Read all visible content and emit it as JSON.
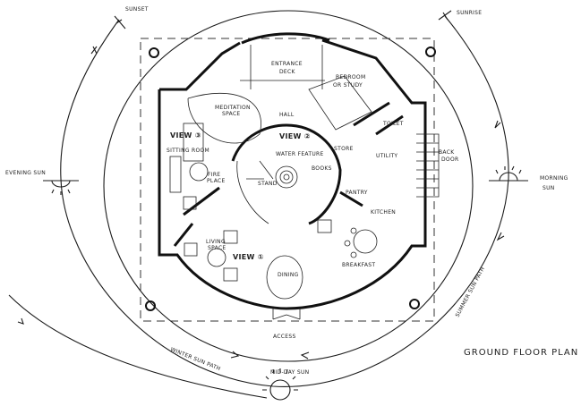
{
  "sun": {
    "sunset": "SUNSET",
    "sunrise": "SUNRISE",
    "evening": "EVENING SUN",
    "morning_1": "MORNING",
    "morning_2": "SUN",
    "summer_path": "SUMMER SUN PATH",
    "winter_path": "WINTER SUN PATH",
    "midday": "MID-DAY SUN"
  },
  "title": "GROUND FLOOR PLAN 1:1",
  "access": "ACCESS",
  "rooms": {
    "entrance_1": "ENTRANCE",
    "entrance_2": "DECK",
    "meditation_1": "MEDITATION",
    "meditation_2": "SPACE",
    "hall": "HALL",
    "view2": "VIEW ②",
    "view3": "VIEW ③",
    "view1": "VIEW ①",
    "sitting": "SITTING ROOM",
    "fire_1": "FIRE",
    "fire_2": "PLACE",
    "water": "WATER FEATURE",
    "books": "BOOKS",
    "stand": "STAND",
    "store": "STORE",
    "bedroom_1": "BEDROOM",
    "bedroom_2": "OR STUDY",
    "toilet": "TOILET",
    "utility": "UTILITY",
    "back_1": "BACK",
    "back_2": "DOOR",
    "pantry": "PANTRY",
    "kitchen": "KITCHEN",
    "living_1": "LIVING",
    "living_2": "SPACE",
    "dining": "DINING",
    "breakfast": "BREAKFAST"
  }
}
